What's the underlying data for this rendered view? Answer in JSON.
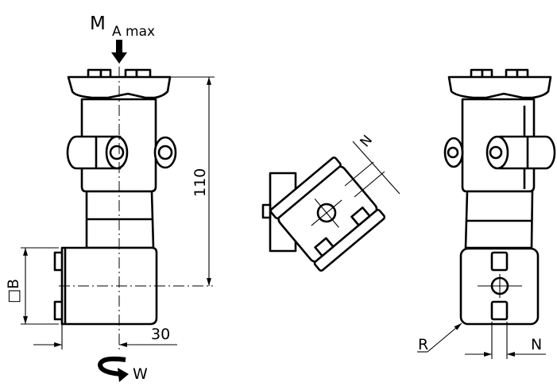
{
  "labels": {
    "moment": "M",
    "moment_sub": "A max",
    "length": "110",
    "square": "□B",
    "offset": "30",
    "rotation": "W",
    "radius": "R",
    "slot_width_right": "N",
    "slot_width_middle": "N"
  }
}
